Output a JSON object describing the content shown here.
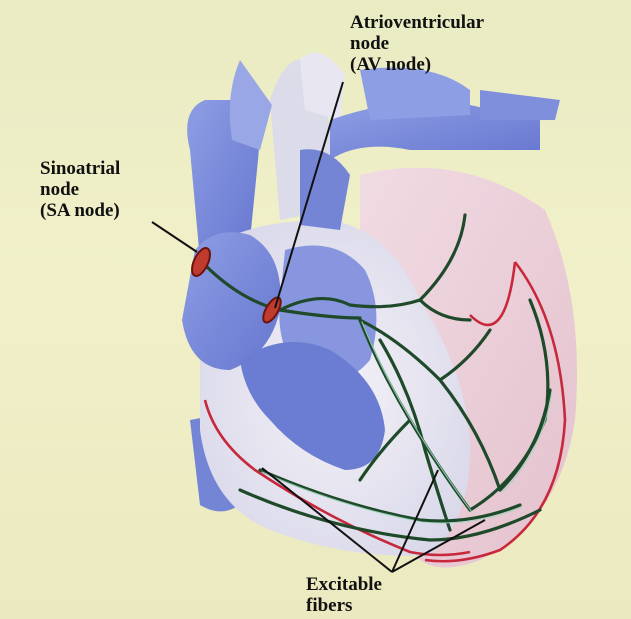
{
  "labels": {
    "av_node": "Atrioventricular\nnode\n(AV node)",
    "sa_node": "Sinoatrial\nnode\n(SA node)",
    "excitable_fibers": "Excitable\nfibers"
  },
  "colors": {
    "background": "#eeeec4",
    "heart_blue": "#7f8fdc",
    "heart_dark_blue": "#5a6cc8",
    "heart_pale": "#e4e2ee",
    "pink_wall": "#e9c6cf",
    "outline_red": "#c8283c",
    "fiber_green": "#1f4a2a",
    "node_red": "#b8322a",
    "label_text": "#111111"
  },
  "icons": [
    "heart-illustration",
    "sa-node-marker",
    "av-node-marker",
    "conduction-fibers"
  ]
}
